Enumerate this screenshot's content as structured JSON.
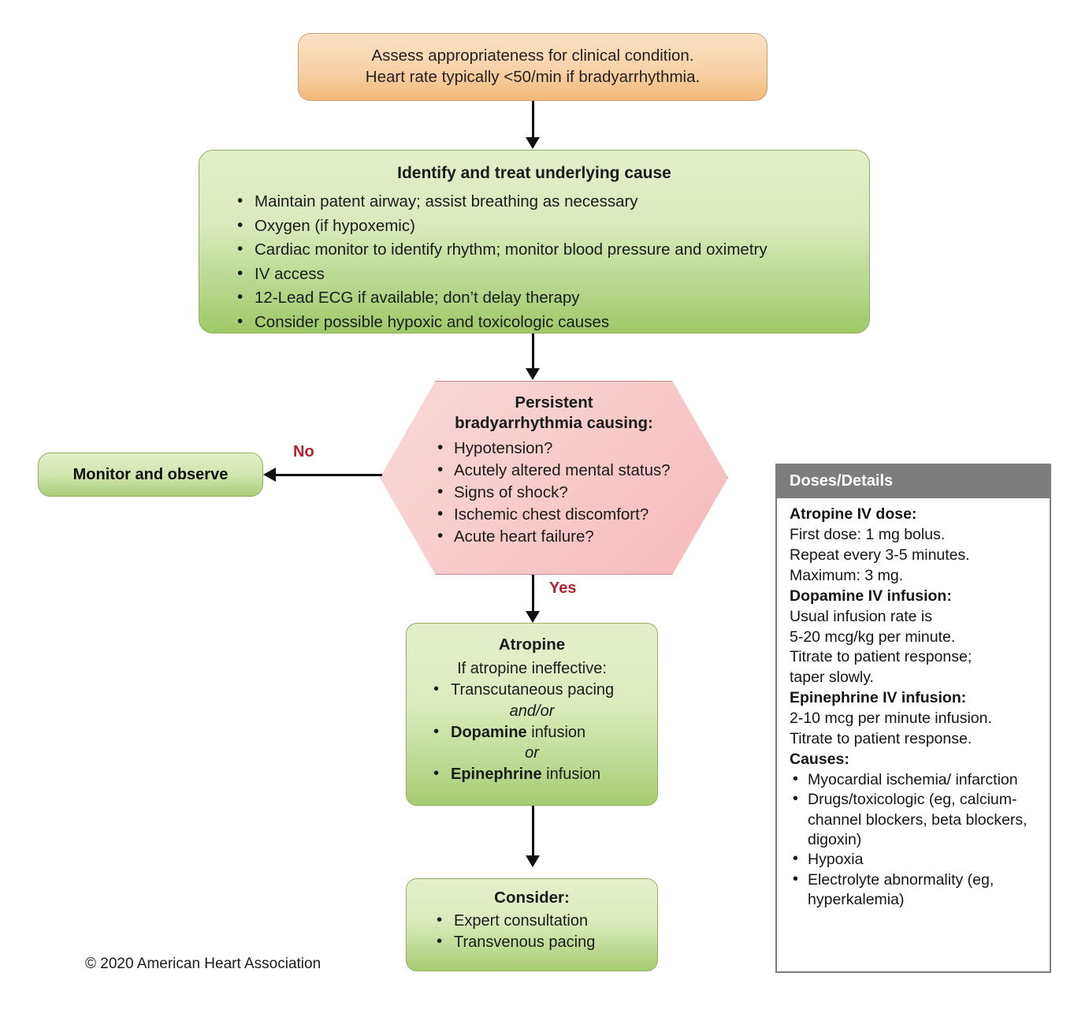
{
  "diagram": {
    "title": "ACLS Adult Bradycardia Algorithm",
    "copyright": "© 2020 American Heart Association",
    "colors": {
      "start_box": "#f3b978",
      "action_box": "#9dca68",
      "decision_box": "#f5b9b9",
      "panel_header": "#7d7d7d",
      "branch_label": "#b3212f"
    }
  },
  "assess": {
    "line1": "Assess appropriateness for clinical condition.",
    "line2": "Heart rate typically <50/min if bradyarrhythmia."
  },
  "identify": {
    "title": "Identify and treat underlying cause",
    "bullets": [
      "Maintain patent airway; assist breathing as necessary",
      "Oxygen (if hypoxemic)",
      "Cardiac monitor to identify rhythm; monitor blood pressure and oximetry",
      "IV access",
      "12-Lead ECG if available; don’t delay therapy",
      "Consider possible hypoxic and toxicologic causes"
    ]
  },
  "decision": {
    "title_line1": "Persistent",
    "title_line2": "bradyarrhythmia causing:",
    "bullets": [
      "Hypotension?",
      "Acutely altered mental status?",
      "Signs of shock?",
      "Ischemic chest discomfort?",
      "Acute heart failure?"
    ],
    "no_label": "No",
    "yes_label": "Yes"
  },
  "monitor": {
    "label": "Monitor and observe"
  },
  "atropine": {
    "title": "Atropine",
    "subtitle": "If atropine ineffective:",
    "bullet1": "Transcutaneous pacing",
    "connector1": "and/or",
    "bullet2_bold": "Dopamine",
    "bullet2_rest": " infusion",
    "connector2": "or",
    "bullet3_bold": "Epinephrine",
    "bullet3_rest": " infusion"
  },
  "consider": {
    "title": "Consider:",
    "bullets": [
      "Expert consultation",
      "Transvenous pacing"
    ]
  },
  "doses": {
    "header": "Doses/Details",
    "atropine_head": "Atropine IV dose:",
    "atropine_lines": [
      "First dose: 1 mg bolus.",
      "Repeat every 3-5 minutes.",
      "Maximum: 3 mg."
    ],
    "dopamine_head": "Dopamine IV infusion:",
    "dopamine_lines": [
      "Usual infusion rate is",
      "5-20 mcg/kg per minute.",
      "Titrate to patient response;",
      "taper slowly."
    ],
    "epinephrine_head": "Epinephrine IV infusion:",
    "epinephrine_lines": [
      "2-10 mcg per minute infusion.",
      "Titrate to patient response."
    ],
    "causes_head": "Causes:",
    "causes": [
      "Myocardial ischemia/ infarction",
      "Drugs/toxicologic (eg, calcium-channel blockers, beta blockers, digoxin)",
      "Hypoxia",
      "Electrolyte abnormality (eg, hyperkalemia)"
    ]
  }
}
